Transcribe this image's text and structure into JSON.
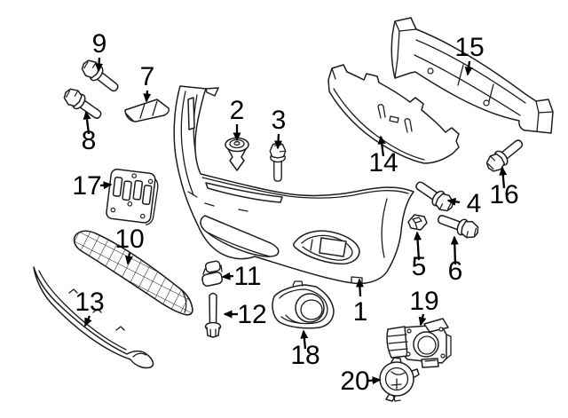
{
  "diagram": {
    "background": "#ffffff",
    "line_color": "#1d1d1b",
    "label_color": "#000000",
    "callouts": [
      {
        "number": "1"
      },
      {
        "number": "2"
      },
      {
        "number": "3"
      },
      {
        "number": "4"
      },
      {
        "number": "5"
      },
      {
        "number": "6"
      },
      {
        "number": "7"
      },
      {
        "number": "8"
      },
      {
        "number": "9"
      },
      {
        "number": "10"
      },
      {
        "number": "11"
      },
      {
        "number": "12"
      },
      {
        "number": "13"
      },
      {
        "number": "14"
      },
      {
        "number": "15"
      },
      {
        "number": "16"
      },
      {
        "number": "17"
      },
      {
        "number": "18"
      },
      {
        "number": "19"
      },
      {
        "number": "20"
      }
    ]
  }
}
